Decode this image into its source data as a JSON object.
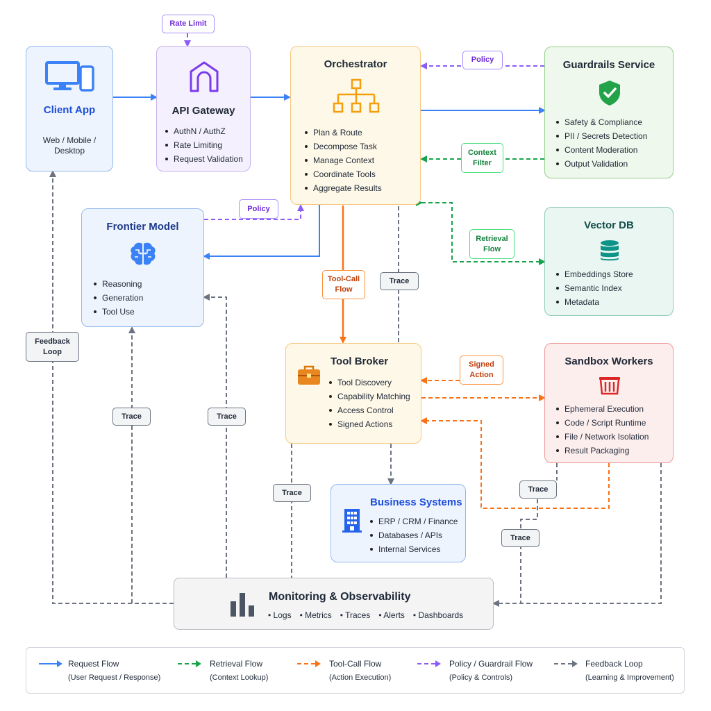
{
  "nodes": {
    "client_app": {
      "title": "Client App",
      "desc": [
        "Web / Mobile /",
        "Desktop"
      ]
    },
    "api_gateway": {
      "title": "API Gateway",
      "items": [
        "AuthN / AuthZ",
        "Rate Limiting",
        "Request Validation"
      ]
    },
    "orchestrator": {
      "title": "Orchestrator",
      "items": [
        "Plan & Route",
        "Decompose Task",
        "Manage Context",
        "Coordinate Tools",
        "Aggregate Results"
      ]
    },
    "guardrails": {
      "title": "Guardrails Service",
      "items": [
        "Safety & Compliance",
        "PII / Secrets Detection",
        "Content Moderation",
        "Output Validation"
      ]
    },
    "frontier_model": {
      "title": "Frontier Model",
      "items": [
        "Reasoning",
        "Generation",
        "Tool Use"
      ]
    },
    "vector_db": {
      "title": "Vector DB",
      "items": [
        "Embeddings Store",
        "Semantic Index",
        "Metadata"
      ]
    },
    "tool_broker": {
      "title": "Tool Broker",
      "items": [
        "Tool Discovery",
        "Capability Matching",
        "Access Control",
        "Signed Actions"
      ]
    },
    "sandbox_workers": {
      "title": "Sandbox Workers",
      "items": [
        "Ephemeral Execution",
        "Code / Script Runtime",
        "File / Network Isolation",
        "Result Packaging"
      ]
    },
    "business_systems": {
      "title": "Business Systems",
      "items": [
        "ERP / CRM / Finance",
        "Databases / APIs",
        "Internal Services"
      ]
    },
    "monitoring": {
      "title": "Monitoring & Observability",
      "items": [
        "Logs",
        "Metrics",
        "Traces",
        "Alerts",
        "Dashboards"
      ]
    }
  },
  "edge_labels": {
    "rate_limit": "Rate Limit",
    "policy_top": "Policy",
    "context_filter": "Context Filter",
    "policy_model": "Policy",
    "retrieval_flow": "Retrieval Flow",
    "tool_call_flow": "Tool-Call Flow",
    "trace_orchestrator": "Trace",
    "feedback_loop": "Feedback Loop",
    "signed_action": "Signed Action",
    "trace_model_left": "Trace",
    "trace_model_right": "Trace",
    "trace_tool_broker": "Trace",
    "trace_sandbox": "Trace",
    "trace_sandbox_low": "Trace"
  },
  "legend": [
    {
      "label": "Request Flow",
      "sub": "(User Request / Response)",
      "color": "#3b82f6",
      "style": "solid"
    },
    {
      "label": "Retrieval Flow",
      "sub": "(Context Lookup)",
      "color": "#16a34a",
      "style": "dashed"
    },
    {
      "label": "Tool-Call Flow",
      "sub": "(Action Execution)",
      "color": "#f97316",
      "style": "dashed"
    },
    {
      "label": "Policy / Guardrail Flow",
      "sub": "(Policy & Controls)",
      "color": "#8b5cf6",
      "style": "dashed"
    },
    {
      "label": "Feedback Loop",
      "sub": "(Learning & Improvement)",
      "color": "#6b7280",
      "style": "dashed"
    }
  ],
  "colors": {
    "request": "#3b82f6",
    "retrieval": "#16a34a",
    "tool_call": "#f97316",
    "policy": "#8b5cf6",
    "feedback": "#6b7280"
  }
}
